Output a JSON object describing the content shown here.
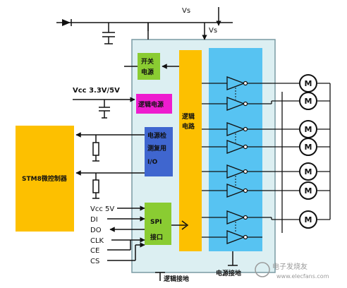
{
  "labels": {
    "vs_top": "Vs",
    "vs_right": "Vs",
    "vcc_input": "Vcc 3.3V/5V",
    "switch_power_line1": "开关",
    "switch_power_line2": "电源",
    "logic_power": "逻辑电源",
    "logic_circuit_line1": "逻辑",
    "logic_circuit_line2": "电路",
    "power_detect_line1": "电源检",
    "power_detect_line2": "测复用",
    "power_detect_line3": "I/O",
    "mcu": "STM8微控制器",
    "spi_line1": "SPI",
    "spi_line2": "接口",
    "logic_ground": "逻辑接地",
    "power_ground": "电源接地",
    "motor": "M"
  },
  "spi_pins": [
    "Vcc 5V",
    "DI",
    "DO",
    "CLK",
    "CE",
    "CS"
  ],
  "watermark": {
    "line1": "电子发烧友",
    "line2": "www.elecfans.com"
  },
  "colors": {
    "chip_fill": "#dceff2",
    "block_yellow": "#fdc000",
    "block_magenta": "#ee1ccf",
    "block_blue_light": "#57c3f2",
    "block_blue_dark": "#3f66cf",
    "block_green": "#8acc32",
    "wire": "#111111"
  }
}
